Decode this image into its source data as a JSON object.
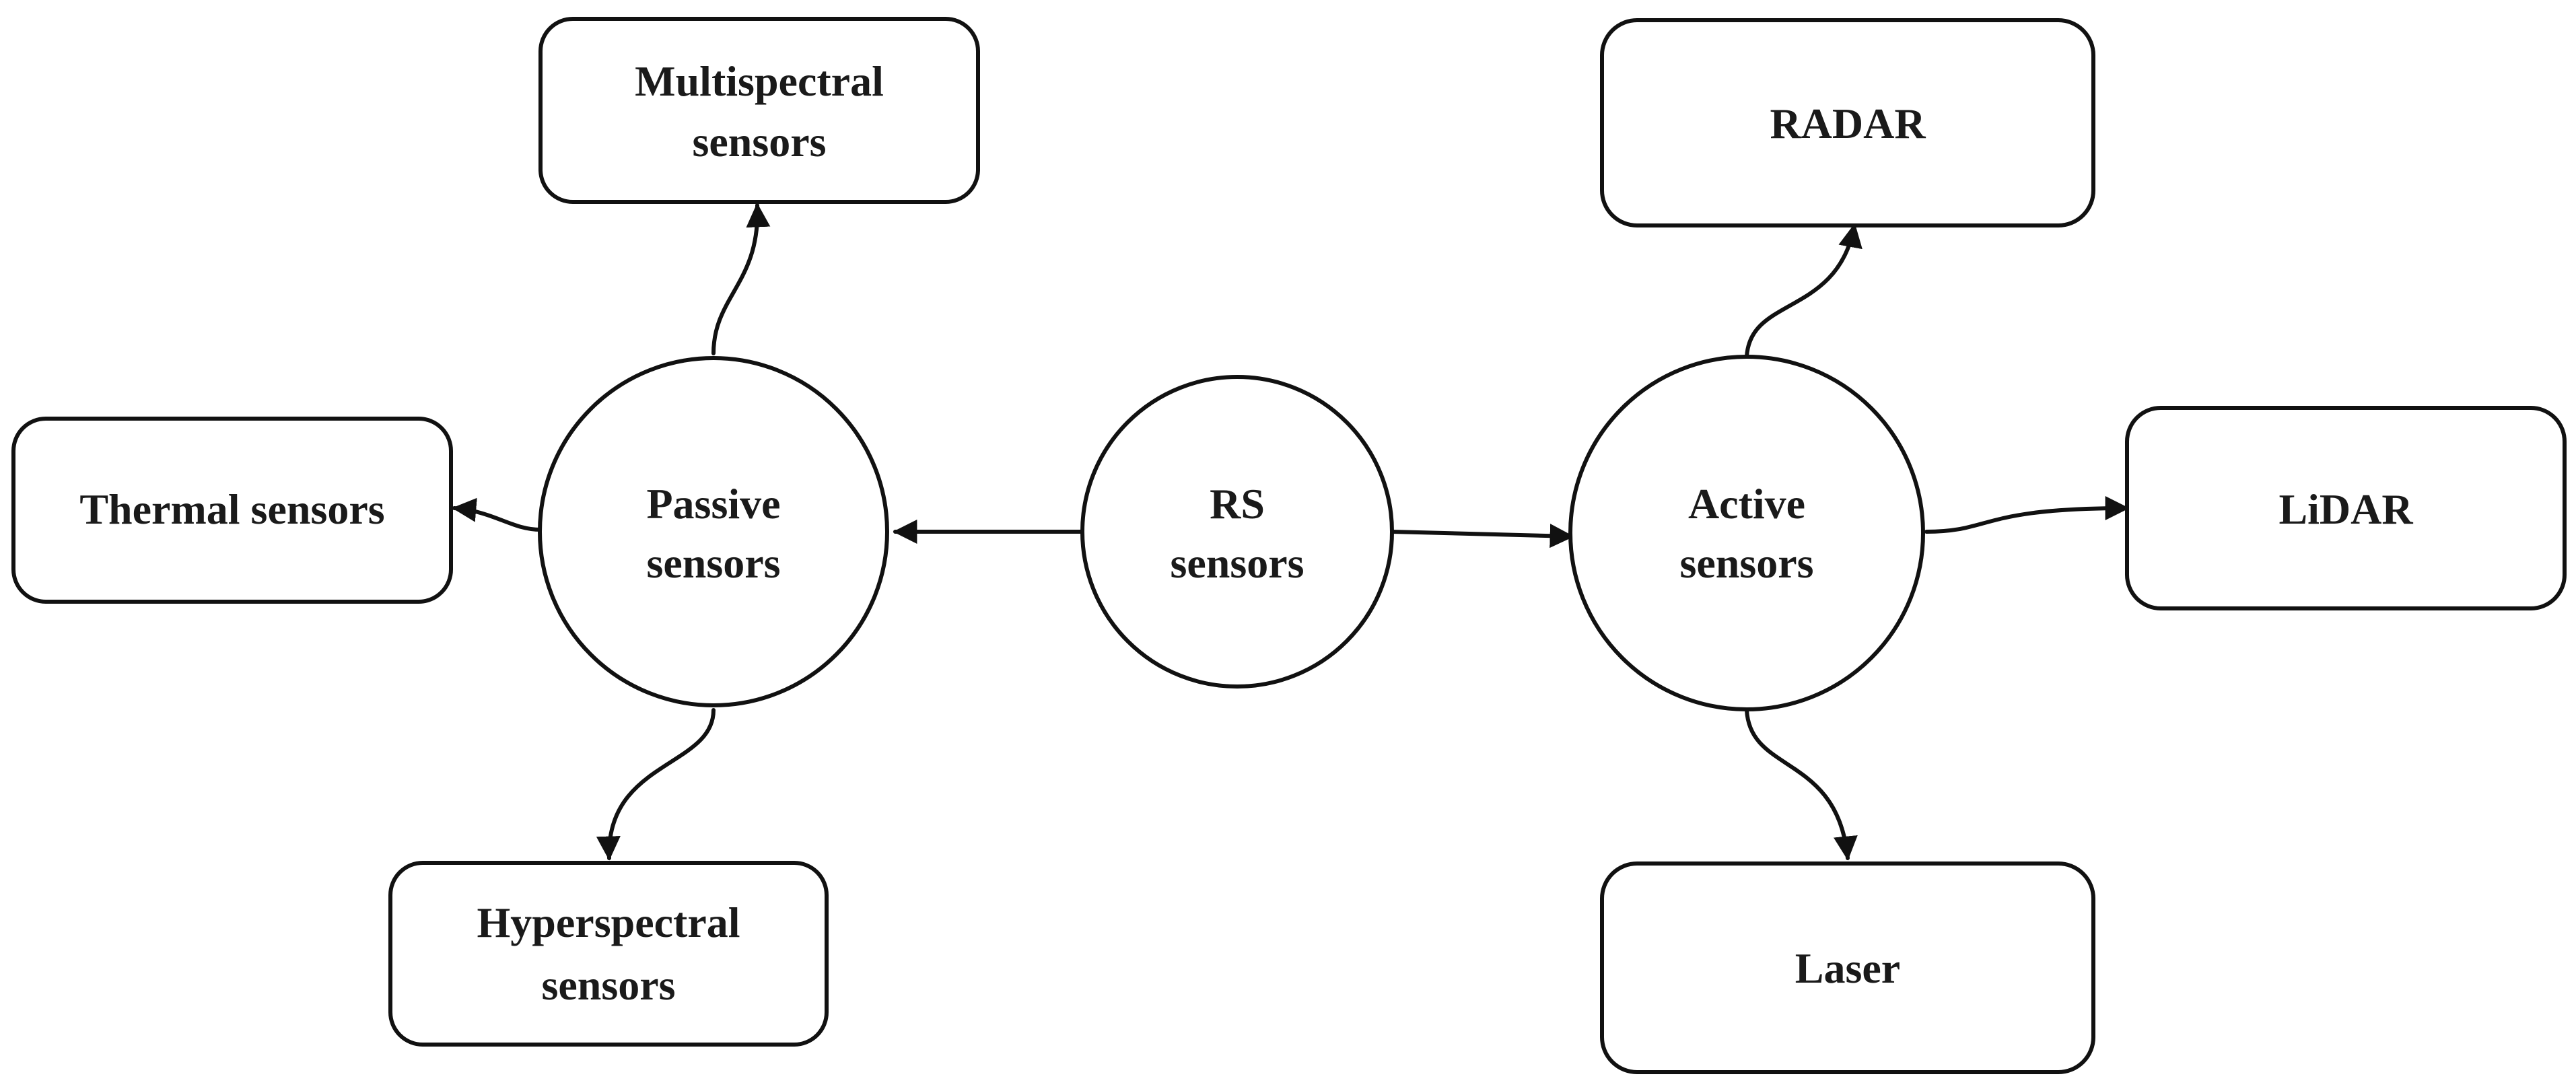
{
  "nodes": {
    "rs_sensors": {
      "line1": "RS",
      "line2": "sensors"
    },
    "passive_sensors": {
      "line1": "Passive",
      "line2": "sensors"
    },
    "active_sensors": {
      "line1": "Active",
      "line2": "sensors"
    },
    "multispectral_sensors": {
      "line1": "Multispectral",
      "line2": "sensors"
    },
    "thermal_sensors": {
      "line1": "Thermal sensors"
    },
    "hyperspectral_sensors": {
      "line1": "Hyperspectral",
      "line2": "sensors"
    },
    "radar": {
      "line1": "RADAR"
    },
    "lidar": {
      "line1": "LiDAR"
    },
    "laser": {
      "line1": "Laser"
    }
  },
  "edges": [
    {
      "from": "RS sensors",
      "to": "Passive sensors"
    },
    {
      "from": "RS sensors",
      "to": "Active sensors"
    },
    {
      "from": "Passive sensors",
      "to": "Multispectral sensors"
    },
    {
      "from": "Passive sensors",
      "to": "Thermal sensors"
    },
    {
      "from": "Passive sensors",
      "to": "Hyperspectral sensors"
    },
    {
      "from": "Active sensors",
      "to": "RADAR"
    },
    {
      "from": "Active sensors",
      "to": "LiDAR"
    },
    {
      "from": "Active sensors",
      "to": "Laser"
    }
  ]
}
